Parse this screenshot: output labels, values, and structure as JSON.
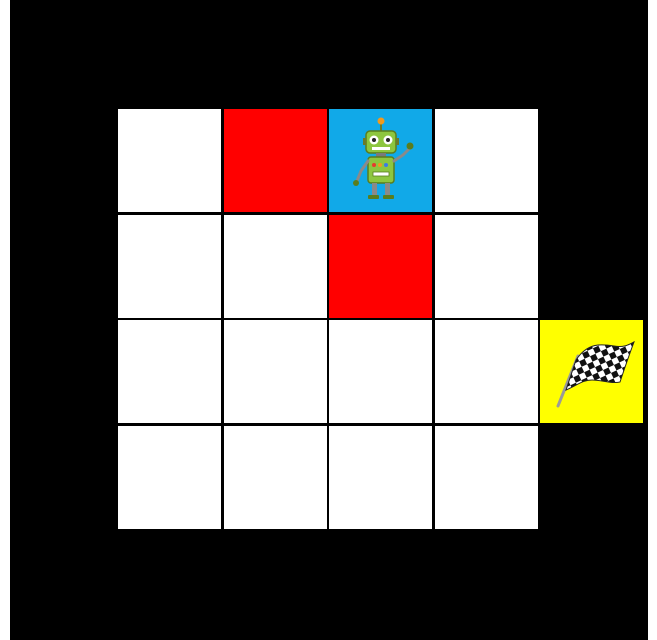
{
  "grid": {
    "columns": 6,
    "rows": 6,
    "cells": [
      {
        "row": 1,
        "col": 1,
        "type": "empty",
        "color": "#ffffff"
      },
      {
        "row": 1,
        "col": 2,
        "type": "obstacle",
        "color": "#ff0000"
      },
      {
        "row": 1,
        "col": 3,
        "type": "robot",
        "color": "#11a9e8",
        "icon": "robot-icon"
      },
      {
        "row": 1,
        "col": 4,
        "type": "empty",
        "color": "#ffffff"
      },
      {
        "row": 2,
        "col": 1,
        "type": "empty",
        "color": "#ffffff"
      },
      {
        "row": 2,
        "col": 2,
        "type": "empty",
        "color": "#ffffff"
      },
      {
        "row": 2,
        "col": 3,
        "type": "obstacle",
        "color": "#ff0000"
      },
      {
        "row": 2,
        "col": 4,
        "type": "empty",
        "color": "#ffffff"
      },
      {
        "row": 3,
        "col": 1,
        "type": "empty",
        "color": "#ffffff"
      },
      {
        "row": 3,
        "col": 2,
        "type": "empty",
        "color": "#ffffff"
      },
      {
        "row": 3,
        "col": 3,
        "type": "empty",
        "color": "#ffffff"
      },
      {
        "row": 3,
        "col": 4,
        "type": "empty",
        "color": "#ffffff"
      },
      {
        "row": 3,
        "col": 5,
        "type": "goal",
        "color": "#ffff00",
        "icon": "checkered-flag-icon"
      },
      {
        "row": 4,
        "col": 1,
        "type": "empty",
        "color": "#ffffff"
      },
      {
        "row": 4,
        "col": 2,
        "type": "empty",
        "color": "#ffffff"
      },
      {
        "row": 4,
        "col": 3,
        "type": "empty",
        "color": "#ffffff"
      },
      {
        "row": 4,
        "col": 4,
        "type": "empty",
        "color": "#ffffff"
      }
    ]
  },
  "colors": {
    "wall": "#000000",
    "floor": "#ffffff",
    "obstacle": "#ff0000",
    "robot_tile": "#11a9e8",
    "goal_tile": "#ffff00"
  }
}
